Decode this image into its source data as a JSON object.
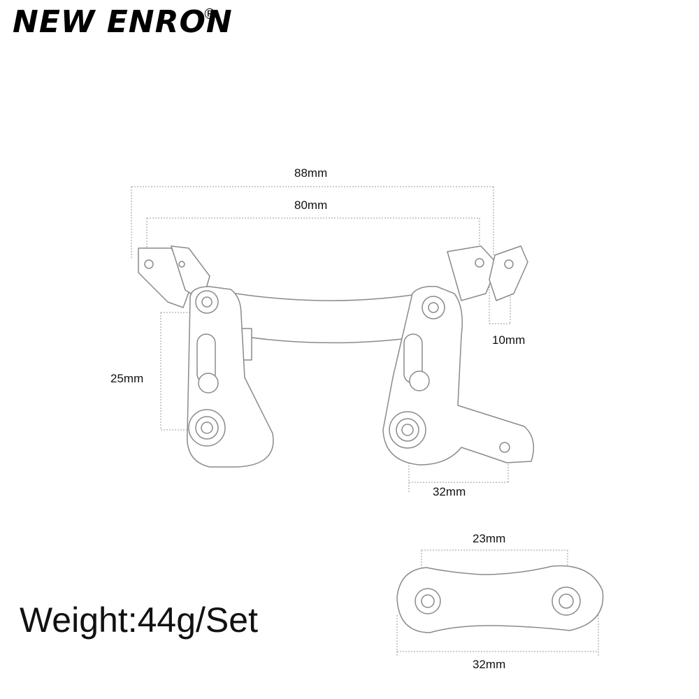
{
  "brand": {
    "name": "NEW ENRON",
    "mark": "®"
  },
  "dimensions": {
    "top_outer": "88mm",
    "top_inner": "80mm",
    "right_small": "10mm",
    "left_vertical": "25mm",
    "bottom_right": "32mm",
    "link_hole_spacing": "23mm",
    "link_length": "32mm"
  },
  "weight": "Weight:44g/Set",
  "colors": {
    "line": "#8a8a8a",
    "dim": "#9a9a9a",
    "text": "#111111"
  }
}
